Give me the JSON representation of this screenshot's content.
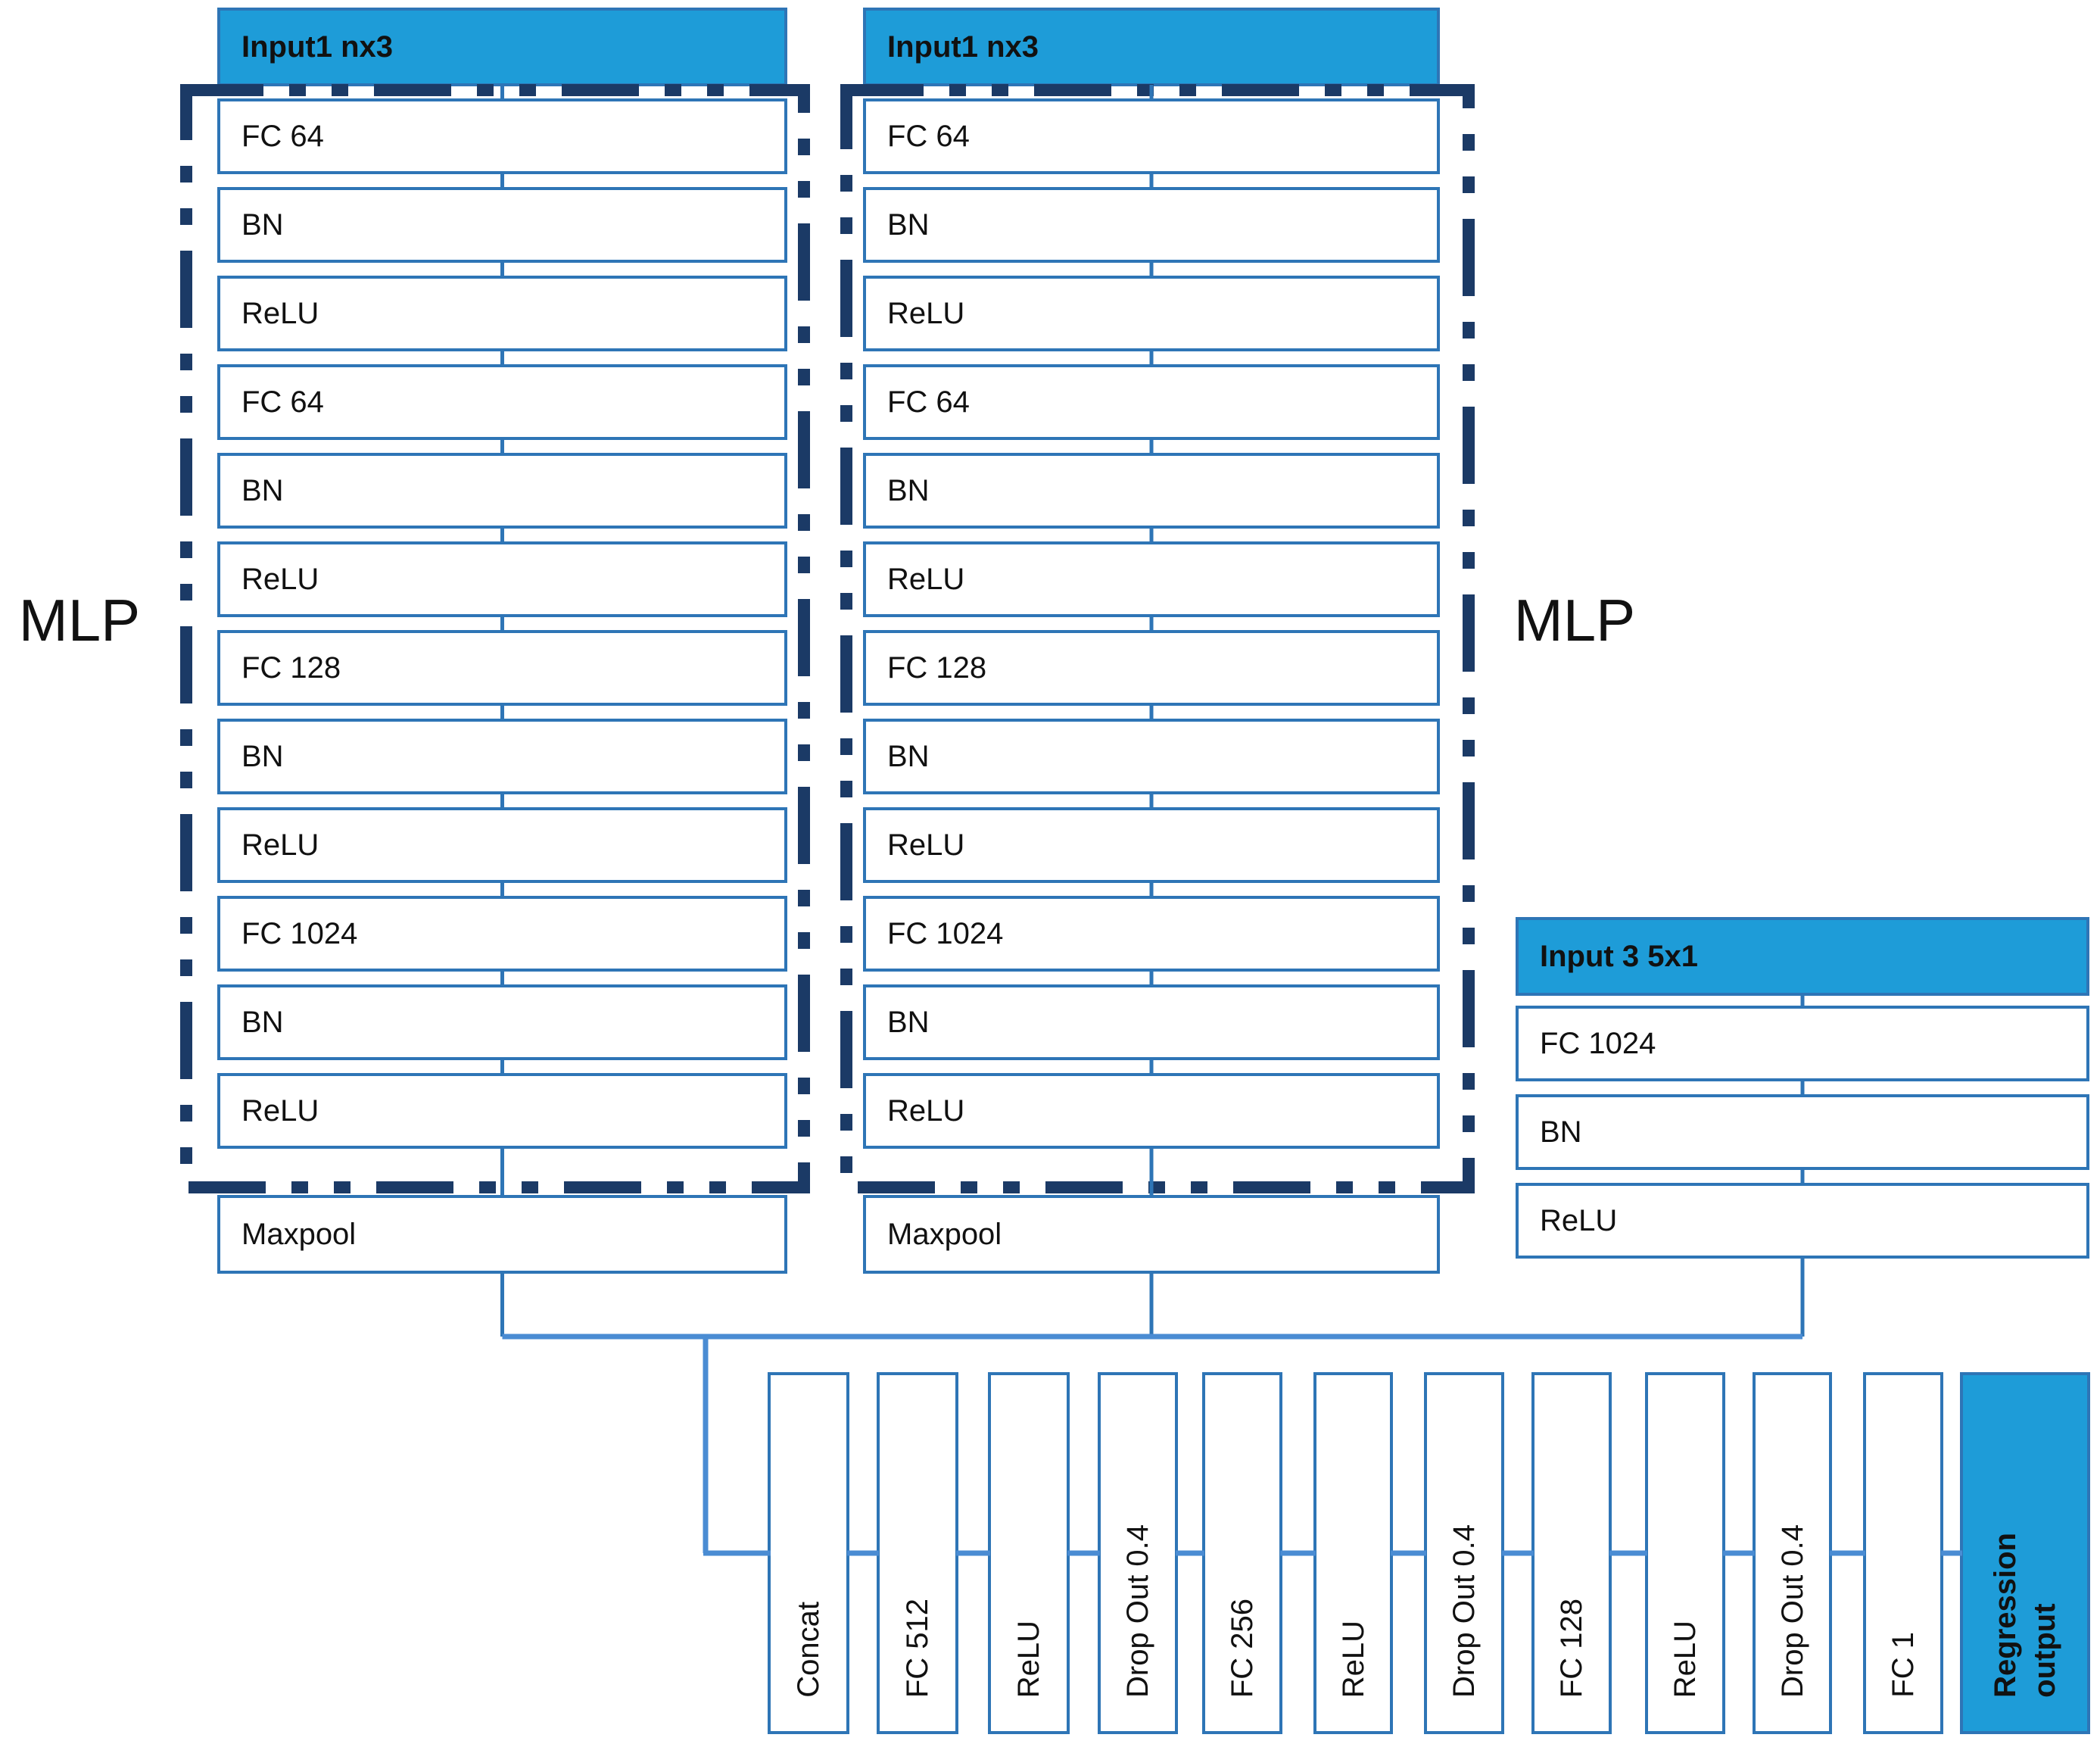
{
  "colors": {
    "header_fill": "#1E9CD8",
    "box_border": "#2E75B6",
    "connector": "#4A8CD3",
    "dashed_border": "#1B3A66",
    "text": "#111111"
  },
  "mlp_left": {
    "label": "MLP"
  },
  "mlp_right": {
    "label": "MLP"
  },
  "columns": [
    {
      "header": "Input1 nx3",
      "layers": [
        "FC 64",
        "BN",
        "ReLU",
        "FC 64",
        "BN",
        "ReLU",
        "FC 128",
        "BN",
        "ReLU",
        "FC 1024",
        "BN",
        "ReLU"
      ],
      "footer": "Maxpool",
      "group_label": "MLP"
    },
    {
      "header": "Input1 nx3",
      "layers": [
        "FC 64",
        "BN",
        "ReLU",
        "FC 64",
        "BN",
        "ReLU",
        "FC 128",
        "BN",
        "ReLU",
        "FC 1024",
        "BN",
        "ReLU"
      ],
      "footer": "Maxpool",
      "group_label": "MLP"
    },
    {
      "header": "Input 3 5x1",
      "layers": [
        "FC 1024",
        "BN",
        "ReLU"
      ]
    }
  ],
  "pipeline": [
    {
      "label": "Concat"
    },
    {
      "label": "FC 512"
    },
    {
      "label": "ReLU"
    },
    {
      "label": "Drop Out 0.4"
    },
    {
      "label": "FC 256"
    },
    {
      "label": "ReLU"
    },
    {
      "label": "Drop Out 0.4"
    },
    {
      "label": "FC 128"
    },
    {
      "label": "ReLU"
    },
    {
      "label": "Drop Out 0.4"
    },
    {
      "label": "FC 1"
    },
    {
      "label": "Regression\noutput",
      "highlight": true
    }
  ]
}
